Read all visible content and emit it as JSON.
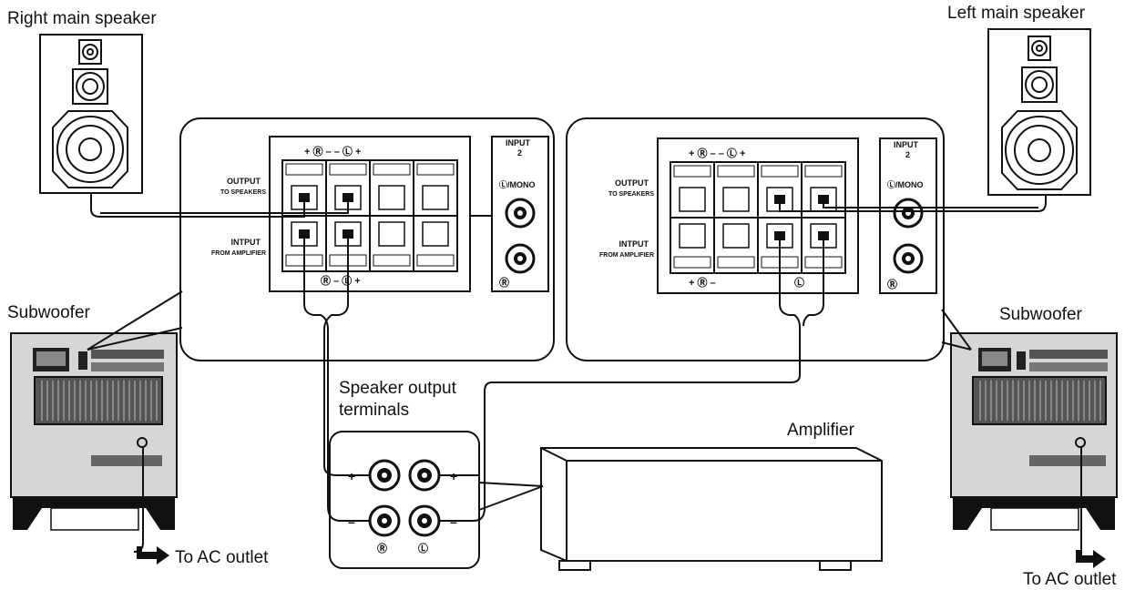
{
  "labels": {
    "right_main_speaker": "Right main speaker",
    "left_main_speaker": "Left main speaker",
    "subwoofer_left": "Subwoofer",
    "subwoofer_right": "Subwoofer",
    "to_ac_outlet_left": "To AC outlet",
    "to_ac_outlet_right": "To AC outlet",
    "speaker_output_line1": "Speaker output",
    "speaker_output_line2": "terminals",
    "amplifier": "Amplifier"
  },
  "panel": {
    "output_line1": "OUTPUT",
    "output_line2": "TO SPEAKERS",
    "input_line1": "INTPUT",
    "input_line2": "FROM AMPLIFIER",
    "input2_line1": "INPUT",
    "input2_line2": "2",
    "mono": "Ⓛ/MONO",
    "r_mark": "Ⓡ",
    "top_polarity": "+ Ⓡ –     – Ⓛ +",
    "bottom_polarity": "Ⓡ     – Ⓛ +",
    "bottom_polarity_plus": "+ Ⓡ –"
  },
  "terminals": {
    "plus": "+",
    "minus": "–",
    "r": "Ⓡ",
    "l": "Ⓛ"
  }
}
